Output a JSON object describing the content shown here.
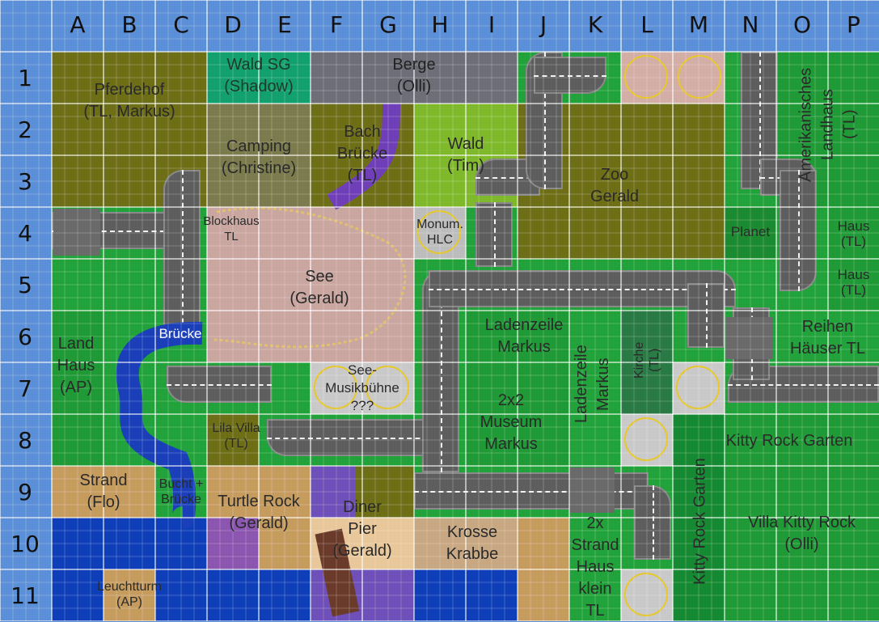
{
  "columns": [
    "A",
    "B",
    "C",
    "D",
    "E",
    "F",
    "G",
    "H",
    "I",
    "J",
    "K",
    "L",
    "M",
    "N",
    "O",
    "P"
  ],
  "rows": [
    "1",
    "2",
    "3",
    "4",
    "5",
    "6",
    "7",
    "8",
    "9",
    "10",
    "11"
  ],
  "zones": {
    "pferdehof": "Pferdehof\n(TL, Markus)",
    "wald_sg": "Wald SG\n(Shadow)",
    "berge": "Berge\n(Olli)",
    "camping": "Camping\n(Christine)",
    "bach_bruecke": "Bach\nBrücke\n(TL)",
    "wald_tim": "Wald\n(Tim)",
    "zoo": "Zoo\nGerald",
    "amerikanisches_landhaus": "Amerikanisches\nLandhaus\n(TL)",
    "blockhaus": "Blockhaus\nTL",
    "see": "See\n(Gerald)",
    "monument": "Monum.\nHLC",
    "planet": "Planet",
    "haus_tl_1": "Haus\n(TL)",
    "haus_tl_2": "Haus\n(TL)",
    "land_haus": "Land\nHaus\n(AP)",
    "bruecke": "Brücke",
    "ladenzeile_markus": "Ladenzeile\nMarkus",
    "ladenzeile_markus_vertical": "Ladenzeile\nMarkus",
    "kirche": "Kirche\n(TL)",
    "reihen_haeuser": "Reihen\nHäuser TL",
    "see_musikbuehne": "See-\nMusikbühne\n???",
    "museum": "2x2\nMuseum\nMarkus",
    "lila_villa": "Lila Villa\n(TL)",
    "kitty_rock_garten": "Kitty Rock Garten",
    "kitty_rock_garten_vertical": "Kitty Rock Garten",
    "strand": "Strand\n(Flo)",
    "bucht_bruecke": "Bucht +\nBrücke",
    "turtle_rock": "Turtle Rock\n(Gerald)",
    "diner_pier": "Diner\nPier\n(Gerald)",
    "krosse_krabbe": "Krosse\nKrabbe",
    "strand_haus": "2x\nStrand\nHaus\nklein\nTL",
    "villa_kitty_rock": "Villa Kitty Rock\n(Olli)",
    "leuchtturm": "Leuchtturm\n(AP)"
  },
  "colors": {
    "grid_blue": "#5b8fd8",
    "grass": "#22a23a",
    "olive": "#6e6e16",
    "teal": "#12a06e",
    "mountain": "#6e6e78",
    "lake": "#c9a7a0",
    "road": "#5e5e5e",
    "water": "#0f3fb8",
    "sand": "#c69b5e",
    "lime": "#7fb82a",
    "purple": "#6f4fb8"
  }
}
